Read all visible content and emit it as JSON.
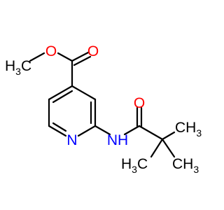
{
  "molecule": {
    "atoms": {
      "ester_oxygen": {
        "label": "O"
      },
      "carbonyl_oxygen_ester": {
        "label": "O"
      },
      "methyl_ester": {
        "label": "H",
        "sub": "3",
        "tail": "C"
      },
      "ring_nitrogen": {
        "label": "N"
      },
      "amide_nh": {
        "label": "NH"
      },
      "amide_oxygen": {
        "label": "O"
      },
      "tbutyl_methyl_right_upper": {
        "label": "CH",
        "sub": "3"
      },
      "tbutyl_methyl_left_lower": {
        "label": "H",
        "sub": "3",
        "tail": "C"
      },
      "tbutyl_methyl_right_lower": {
        "label": "CH",
        "sub": "3"
      }
    },
    "colors": {
      "carbon": "#000000",
      "oxygen": "#ff0000",
      "nitrogen": "#0000ff"
    }
  }
}
